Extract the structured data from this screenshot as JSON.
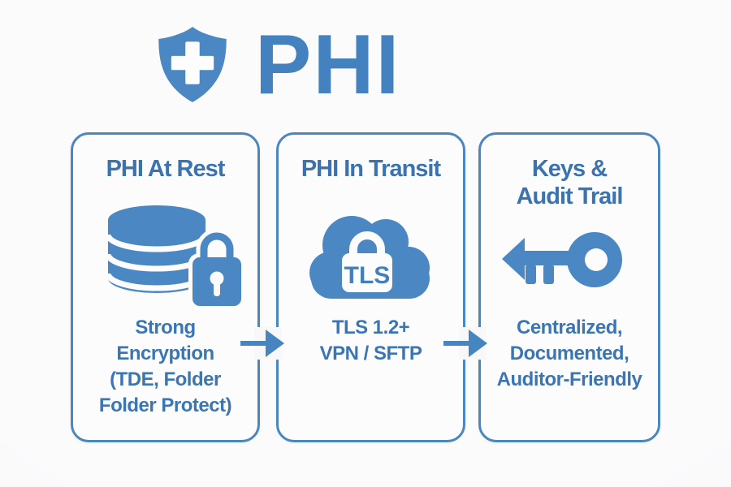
{
  "colors": {
    "accent": "#4b87c2",
    "accent_dark": "#3a73af",
    "card_border": "#4b86be",
    "card_background": "#fcfcfd",
    "page_background": "#f5f5f6"
  },
  "header": {
    "icon": "shield-cross-icon",
    "title": "PHI"
  },
  "cards": [
    {
      "id": "phi-at-rest",
      "title": [
        "PHI At Rest"
      ],
      "icon": "database-lock-icon",
      "body": [
        "Strong",
        "Encryption",
        "(TDE, Folder",
        "Folder Protect)"
      ]
    },
    {
      "id": "phi-in-transit",
      "title": [
        "PHI In Transit"
      ],
      "icon": "cloud-tls-lock-icon",
      "icon_label": "TLS",
      "body": [
        "TLS 1.2+",
        "VPN / SFTP"
      ]
    },
    {
      "id": "keys-audit-trail",
      "title": [
        "Keys &",
        "Audit Trail"
      ],
      "icon": "key-icon",
      "body": [
        "Centralized,",
        "Documented,",
        "Auditor-Friendly"
      ]
    }
  ],
  "arrows": [
    {
      "name": "arrow-rest-to-transit",
      "direction": "right"
    },
    {
      "name": "arrow-transit-to-keys",
      "direction": "right"
    }
  ]
}
